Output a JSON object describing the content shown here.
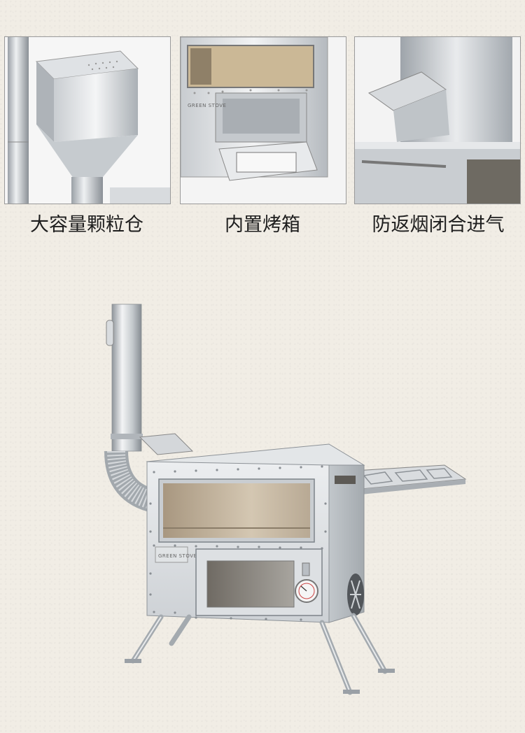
{
  "features": [
    {
      "label": "大容量颗粒仓",
      "icon": "pellet-hopper-icon"
    },
    {
      "label": "内置烤箱",
      "icon": "oven-icon"
    },
    {
      "label": "防返烟闭合进气",
      "icon": "air-intake-icon"
    }
  ],
  "product": {
    "brand": "GREEN STOVE"
  },
  "colors": {
    "background": "#f1ede5",
    "steel_light": "#e6e8ea",
    "steel_mid": "#b9bec3",
    "steel_dark": "#7d8389",
    "border": "#9a9a9a"
  }
}
